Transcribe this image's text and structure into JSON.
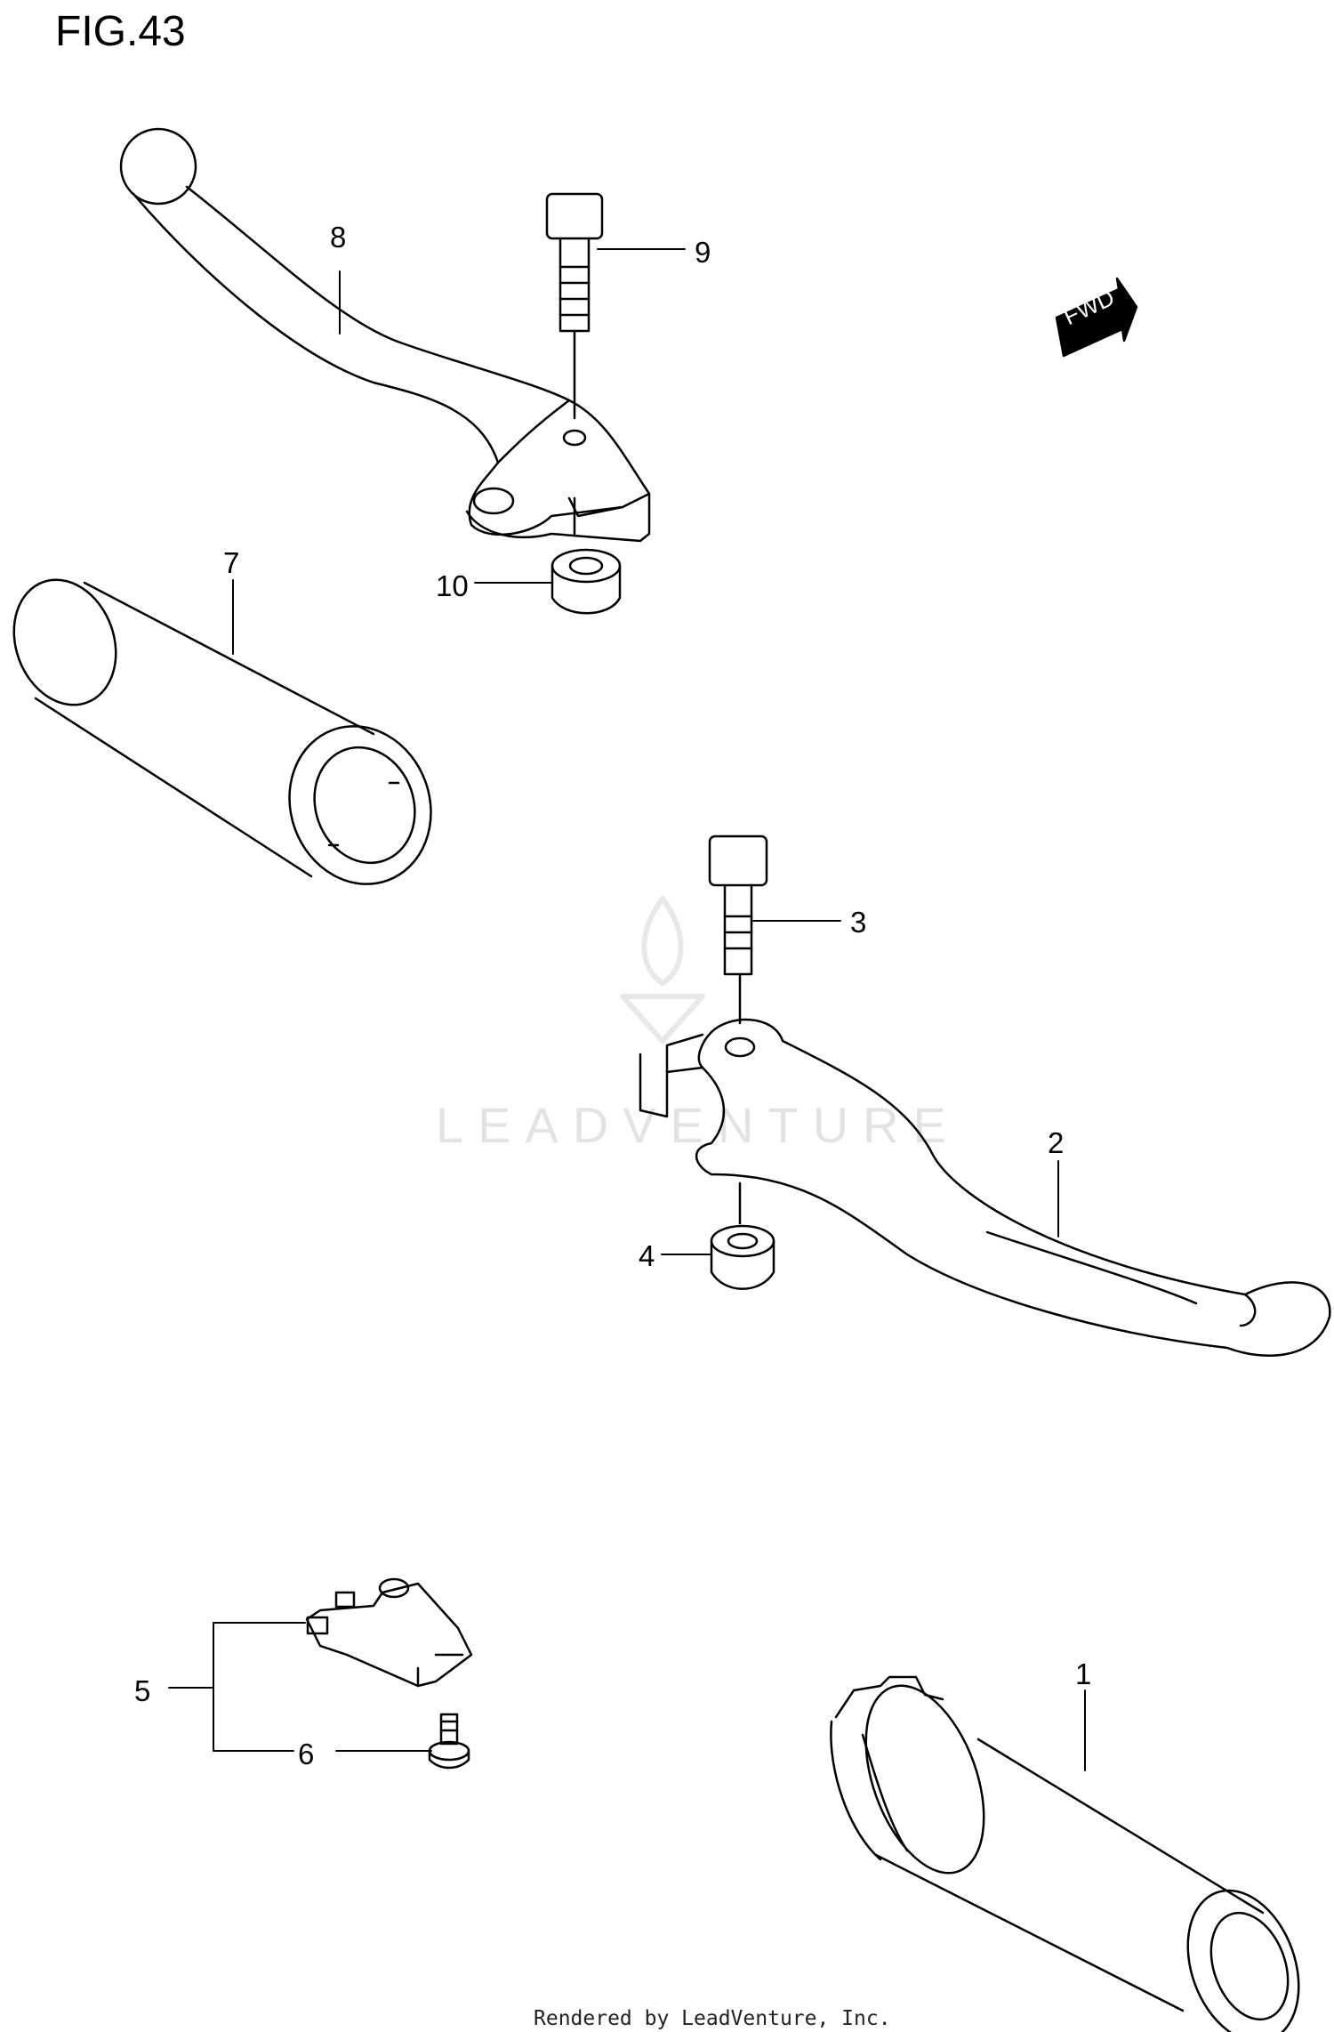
{
  "figure": {
    "title": "FIG.43"
  },
  "watermark": {
    "text": "LEADVENTURE"
  },
  "direction_arrow": {
    "label": "FWD",
    "icon": "forward-arrow-icon"
  },
  "callouts": [
    {
      "id": "1",
      "label": "1",
      "part": "throttle-grip"
    },
    {
      "id": "2",
      "label": "2",
      "part": "front-brake-lever"
    },
    {
      "id": "3",
      "label": "3",
      "part": "lever-pivot-bolt"
    },
    {
      "id": "4",
      "label": "4",
      "part": "pivot-nut"
    },
    {
      "id": "5",
      "label": "5",
      "part": "brake-light-switch"
    },
    {
      "id": "6",
      "label": "6",
      "part": "switch-screw"
    },
    {
      "id": "7",
      "label": "7",
      "part": "left-handlebar-grip"
    },
    {
      "id": "8",
      "label": "8",
      "part": "clutch-lever"
    },
    {
      "id": "9",
      "label": "9",
      "part": "clutch-pivot-bolt"
    },
    {
      "id": "10",
      "label": "10",
      "part": "clutch-pivot-nut"
    }
  ],
  "footer": {
    "text": "Rendered by LeadVenture, Inc."
  },
  "colors": {
    "line": "#000000",
    "background": "#ffffff",
    "watermark": "#e3e3e3"
  }
}
